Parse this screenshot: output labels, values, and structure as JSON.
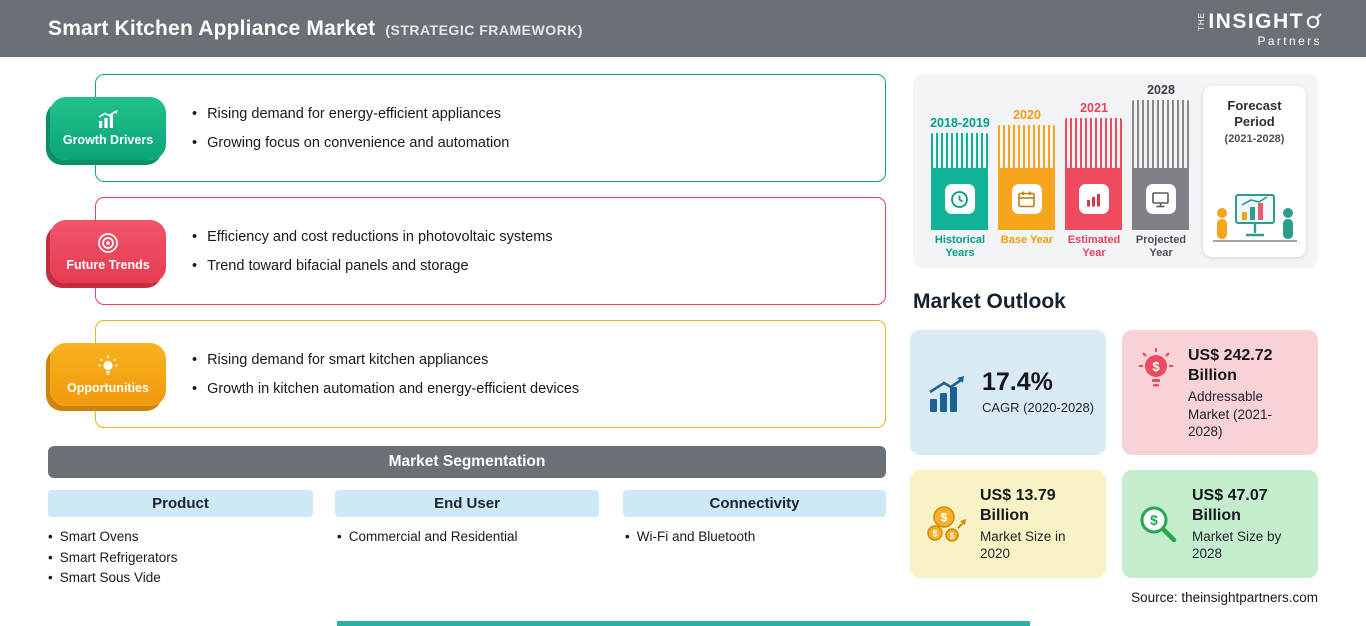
{
  "header": {
    "title": "Smart Kitchen Appliance Market",
    "subtitle": "(STRATEGIC FRAMEWORK)",
    "logo": {
      "the": "The",
      "insight": "INSIGHT",
      "partners": "Partners"
    }
  },
  "colors": {
    "header_bg": "#6b7077",
    "growth_drivers": "#0ea57e",
    "future_trends": "#ea4156",
    "opportunities": "#f0a10e",
    "historical": "#12b298",
    "base_year": "#f6a51c",
    "estimated_year": "#ee4b5e",
    "projected_year": "#7d8084",
    "card_cagr_bg": "#d9eaf5",
    "card_addressable_bg": "#f8d2d7",
    "card_2020_bg": "#f8f2c4",
    "card_2028_bg": "#c3edcd"
  },
  "framework": [
    {
      "label": "Growth Drivers",
      "bullets": [
        "Rising demand for energy-efficient appliances",
        "Growing focus on convenience and automation"
      ]
    },
    {
      "label": "Future Trends",
      "bullets": [
        "Efficiency and cost reductions in photovoltaic systems",
        "Trend toward bifacial panels and storage"
      ]
    },
    {
      "label": "Opportunities",
      "bullets": [
        "Rising demand for smart kitchen appliances",
        "Growth in kitchen automation and energy-efficient devices"
      ]
    }
  ],
  "segmentation": {
    "title": "Market Segmentation",
    "columns": [
      {
        "header": "Product",
        "items": [
          "Smart Ovens",
          "Smart Refrigerators",
          "Smart Sous Vide"
        ]
      },
      {
        "header": "End User",
        "items": [
          "Commercial and Residential"
        ]
      },
      {
        "header": "Connectivity",
        "items": [
          "Wi-Fi and Bluetooth"
        ]
      }
    ]
  },
  "forecast": {
    "bars": [
      {
        "year": "2018-2019",
        "label": "Historical Years"
      },
      {
        "year": "2020",
        "label": "Base Year"
      },
      {
        "year": "2021",
        "label": "Estimated Year"
      },
      {
        "year": "2028",
        "label": "Projected Year"
      }
    ],
    "period_title": "Forecast Period",
    "period_range": "(2021-2028)"
  },
  "outlook": {
    "title": "Market Outlook",
    "cards": [
      {
        "value": "17.4%",
        "desc": "CAGR (2020-2028)"
      },
      {
        "value": "US$ 242.72 Billion",
        "desc": "Addressable Market (2021-2028)"
      },
      {
        "value": "US$ 13.79 Billion",
        "desc": "Market Size in 2020"
      },
      {
        "value": "US$ 47.07 Billion",
        "desc": "Market Size by 2028"
      }
    ]
  },
  "source": "Source: theinsightpartners.com"
}
